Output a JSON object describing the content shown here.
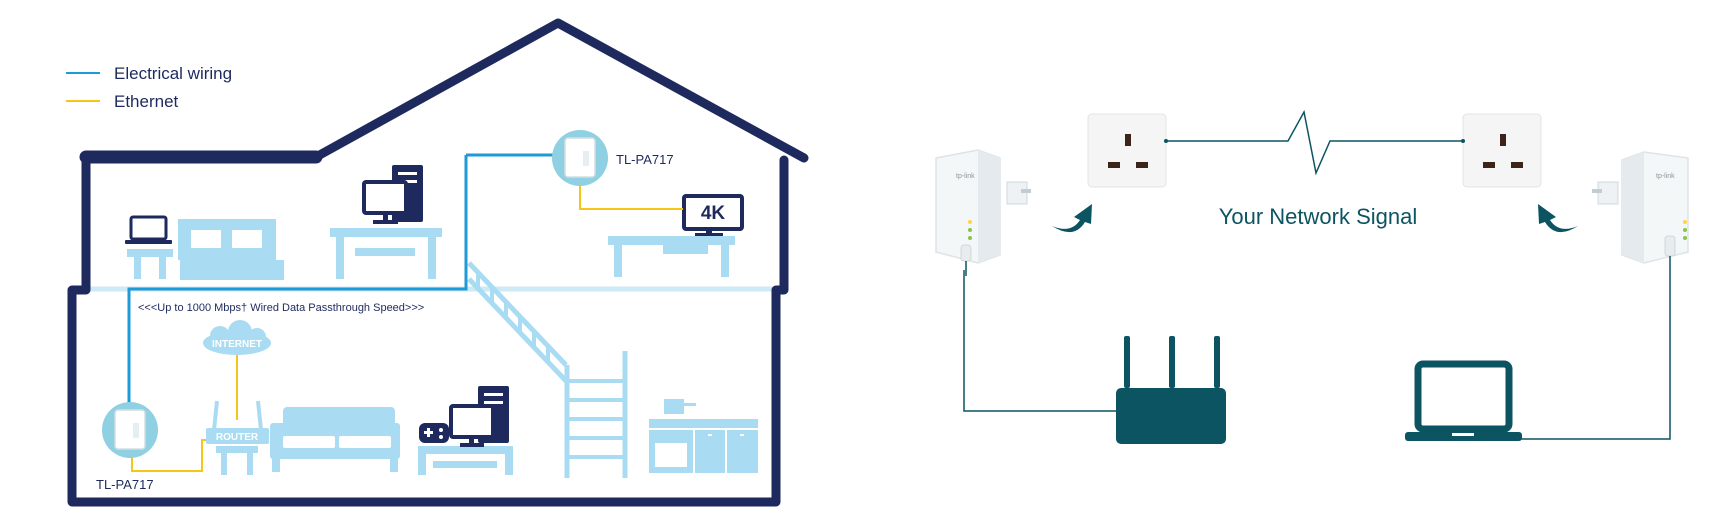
{
  "legend": {
    "electrical_label": "Electrical wiring",
    "ethernet_label": "Ethernet"
  },
  "house": {
    "adapter_top_label": "TL-PA717",
    "adapter_bottom_label": "TL-PA717",
    "speed_label": "<<<Up to 1000 Mbps† Wired Data Passthrough Speed>>>",
    "internet_label": "INTERNET",
    "router_label": "ROUTER",
    "tv_label": "4K"
  },
  "network": {
    "signal_label": "Your Network Signal",
    "brand_text": "tp-link"
  },
  "colors": {
    "house_outline": "#1e2a5e",
    "electrical": "#1e9ad6",
    "ethernet": "#f5c518",
    "furniture": "#a9dcf2",
    "device_navy": "#1e2a5e",
    "teal": "#0c5462",
    "floor": "#cdeaf6"
  }
}
